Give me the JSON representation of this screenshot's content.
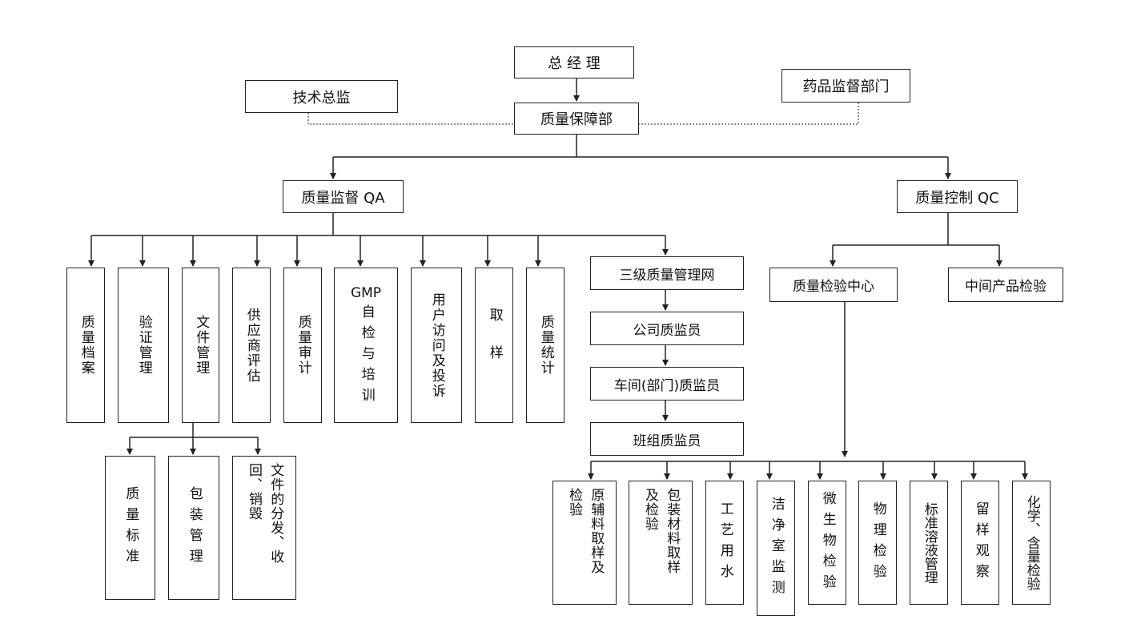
{
  "top": {
    "general_manager": "总 经 理",
    "tech_director": "技术总监",
    "drug_supervision": "药品监督部门",
    "qa_department": "质量保障部"
  },
  "branches": {
    "qa": "质量监督 QA",
    "qc": "质量控制 QC"
  },
  "qa_items": {
    "archives": "质量档案",
    "validation": "验证管理",
    "documents": "文件管理",
    "supplier": "供应商评估",
    "audit": "质量审计",
    "gmp_latin": "GMP",
    "gmp_cjk": "自检与培训",
    "complaints": "用户访问及投诉",
    "sampling": "取样",
    "statistics": "质量统计"
  },
  "doc_items": {
    "standards": "质量标准",
    "packaging": "包装管理",
    "distribution": "文件的分发、收回、销毁"
  },
  "network": {
    "title": "三级质量管理网",
    "company": "公司质监员",
    "workshop": "车间(部门)质监员",
    "team": "班组质监员"
  },
  "qc_items": {
    "center": "质量检验中心",
    "intermediate": "中间产品检验"
  },
  "tests": {
    "raw_material": "原辅料取样及检验",
    "packaging_material": "包装材料取样及检验",
    "process_water": "工艺用水",
    "cleanroom": "洁净室监测",
    "microbial": "微生物检验",
    "physical": "物理检验",
    "standard_solution": "标准溶液管理",
    "retained_sample": "留样观察",
    "chemical": "化学、含量检验"
  },
  "colors": {
    "line": "#222222",
    "box_border": "#222222",
    "background": "#ffffff"
  }
}
